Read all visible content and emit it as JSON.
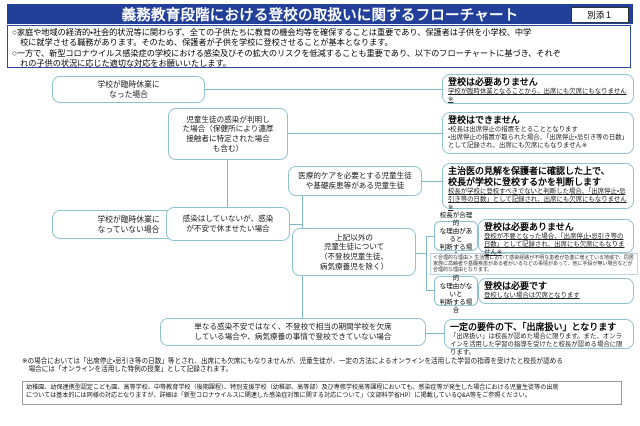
{
  "header": {
    "title": "義務教育段階における登校の取扱いに関するフローチャート",
    "annex_badge": "別添１",
    "title_bg": "#22409a",
    "title_color": "#ffffff"
  },
  "lead": {
    "lines": [
      "○家庭や地域の経済的・社会的状況等に関わらず、全ての子供たちに教育の機会均等を確保することは重要であり、保護者は子供を小学校、中学",
      "　校に就学させる職務があります。そのため、保護者が子供を学校に登校させることが基本となります。",
      "○一方で、新型コロナウイルス感染症の学校における感染及びその拡大のリスクを低減することも重要であり、以下のフローチャートに基づき、それぞ",
      "　れの子供の状況に応じた適切な対応をお願いいたします。"
    ]
  },
  "nodes": {
    "school_closed": "学校が臨時休業に\nなった場合",
    "school_open": "学校が臨時休業に\nなっていない場合",
    "infection_confirmed": "児童生徒の感染が判明し\nた場合（保健所により濃厚\n接触者に特定された場合\nも含む）",
    "not_infected_anxious": "感染はしていないが、感染\nが不安で休ませたい場合",
    "medical_care": "医療的ケアを必要とする児童生徒\nや基礎疾患等がある児童生徒",
    "other_students": "上記以外の\n児童生徒について\n（不登校児童生徒、\n病気療養児を除く）",
    "truancy_illness": "単なる感染不安ではなく、不登校で相当の期間学校を欠席\nしている場合や、病気療養の事情で登校できていない場合"
  },
  "conditions": {
    "rational_reason": "校長が合理的\nな理由があると\n判断する場合",
    "no_rational_reason": "校長が合理的\nな理由がないと\n判断する場合"
  },
  "annotation": {
    "label": "＜合理的な理由＞",
    "text": "生活圏において感染経路が不明な患者が急激に増えている地域で、同居家族に高齢者や基礎疾患がある者がいるなどの事情があって、他に手段が無い場合などが合理的な理由となります。"
  },
  "results": [
    {
      "id": "result-closed",
      "head": "登校は必要ありません",
      "body": "学校が臨時休業となることから、出席にも欠席にもなりません※"
    },
    {
      "id": "result-infected",
      "head": "登校はできません",
      "body": "・校長は出席停止の措置をとることとなります\n・出席停止の措置が取られた場合、「出席停止・忌引き等の日数」として記録され、出席にも欠席にもなりません※"
    },
    {
      "id": "result-medical",
      "head": "主治医の見解を保護者に確認した上で、\n校長が学校に登校するかを判断します",
      "body": "校長が学校に登校すべきでないと判断した場合、「出席停止・忌引き等の日数」として記録され、出席にも欠席にもなりません※"
    },
    {
      "id": "result-rational",
      "head": "登校は必要ありません",
      "body": "登校が不要となった場合、「出席停止・忌引き等の日数」として記録され、出席にも欠席にもなりません※"
    },
    {
      "id": "result-not-rational",
      "head": "登校は必要です",
      "body": "登校しない場合は欠席となります"
    },
    {
      "id": "result-truancy",
      "head": "一定の要件の下、「出席扱い」となります",
      "body": "「出席扱い」は校長が認めた場合に限ります。また、オンラインを活用した学習の指導を受けたと校長が認める場合に限ります。"
    }
  ],
  "footnotes": {
    "note1": "※の場合においては「出席停止・忌引き等の日数」等とされ、出席にも欠席にもなりませんが、児童生徒が、一定の方法によるオンラインを活用した学習の指導を受けたと校長が認める\n　場合には「オンラインを活用した特例の授業」として記録されます。",
    "note2": "幼稚園、幼保連携型認定こども園、高等学校、中等教育学校（後期課程）、特別支援学校（幼稚部、高等部）及び専修学校高等課程においても、感染症等が発生した場合における児童生徒等の出席\nについては基本的には同様の対応となりますが、詳細は「新型コロナウイルスに関連した感染症対策に関する対応について」（文部科学省HP）に掲載しているQ&A等をご参照ください。"
  },
  "colors": {
    "node_border": "#8fc2cf",
    "line": "#7fb8c8",
    "lead_border": "#2b4a9b"
  }
}
